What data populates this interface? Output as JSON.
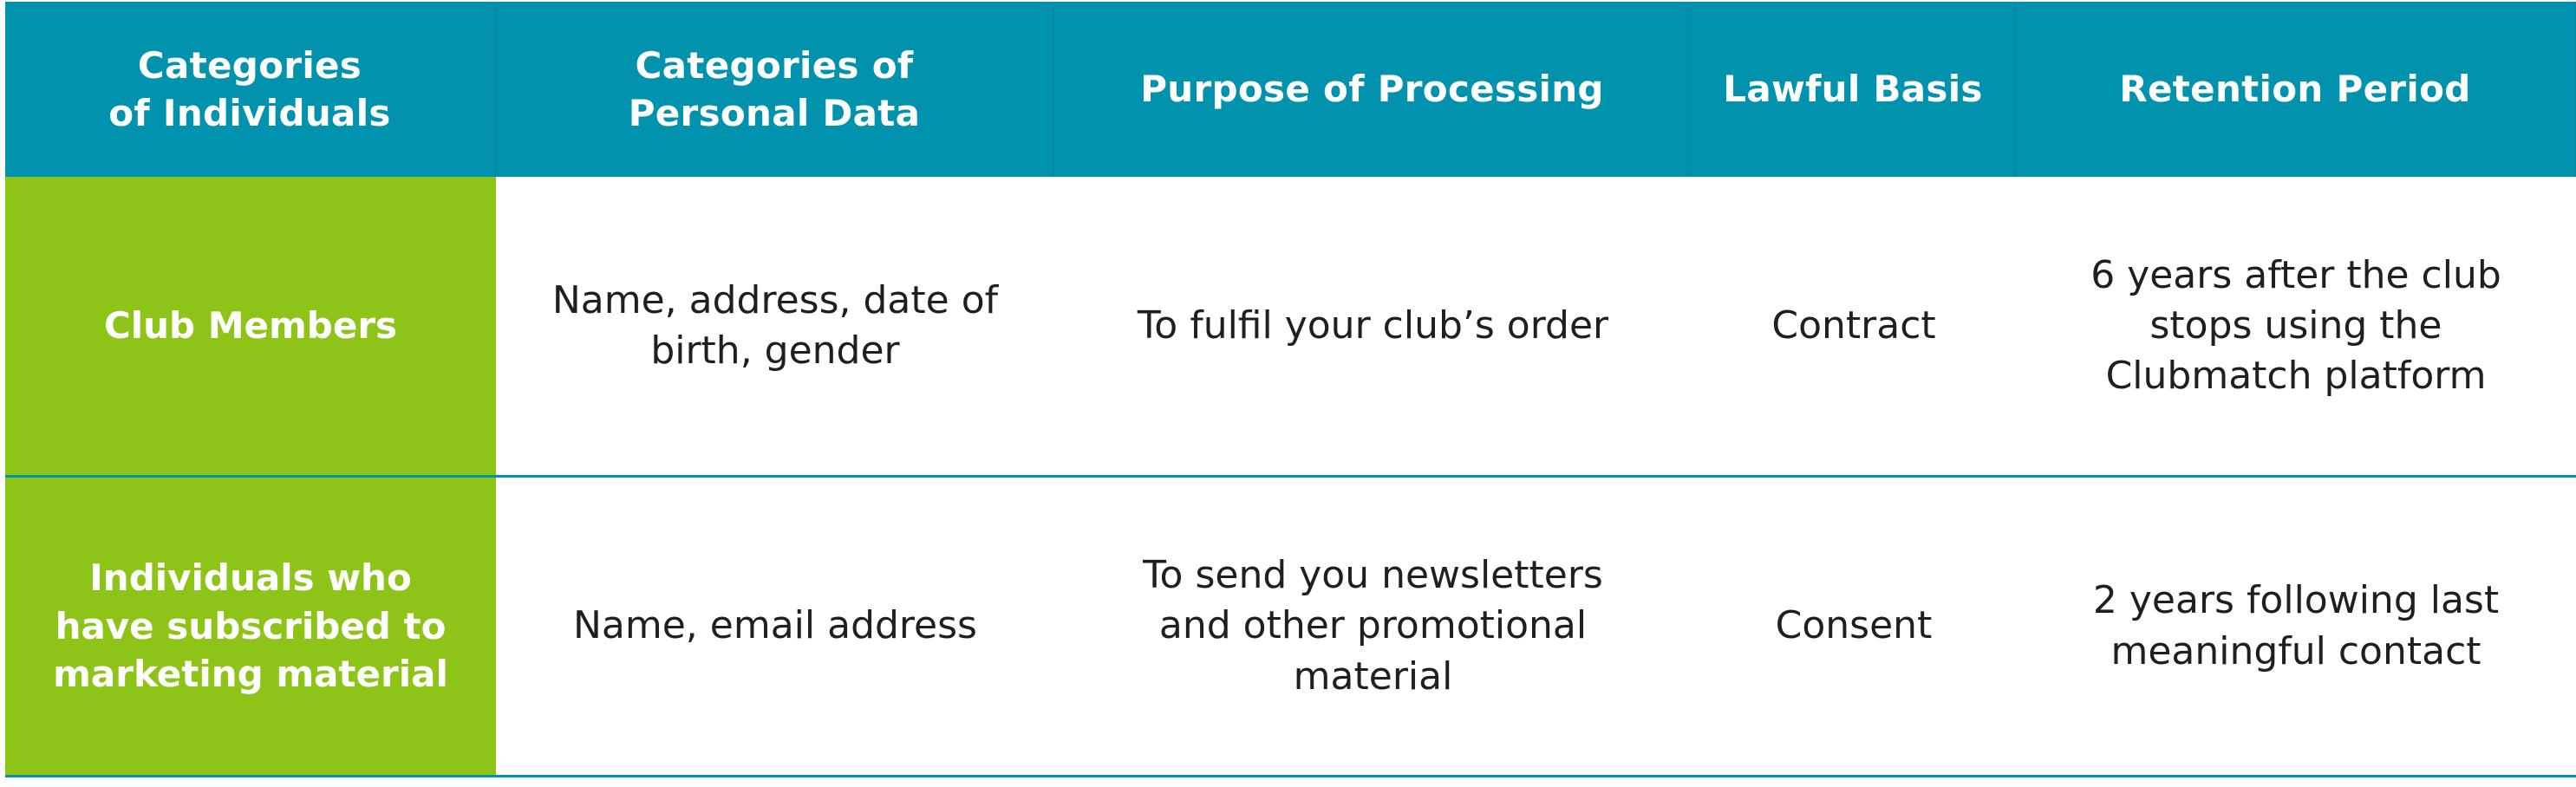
{
  "table": {
    "headers": [
      "Categories\nof Individuals",
      "Categories of\nPersonal Data",
      "Purpose of Processing",
      "Lawful Basis",
      "Retention Period"
    ],
    "rows": [
      {
        "category": "Club Members",
        "personal_data": "Name, address, date of\nbirth, gender",
        "purpose": "To fulfil your club’s order",
        "lawful_basis": "Contract",
        "retention": "6 years after the club\nstops using the\nClubmatch platform"
      },
      {
        "category": "Individuals who\nhave subscribed to\nmarketing material",
        "personal_data": "Name, email address",
        "purpose": "To send you newsletters\nand other promotional\nmaterial",
        "lawful_basis": "Consent",
        "retention": "2 years following last\nmeaningful contact"
      }
    ]
  },
  "colors": {
    "header_bg": "#0193ad",
    "category_bg": "#8cc417",
    "row_divider": "#0193ad"
  }
}
